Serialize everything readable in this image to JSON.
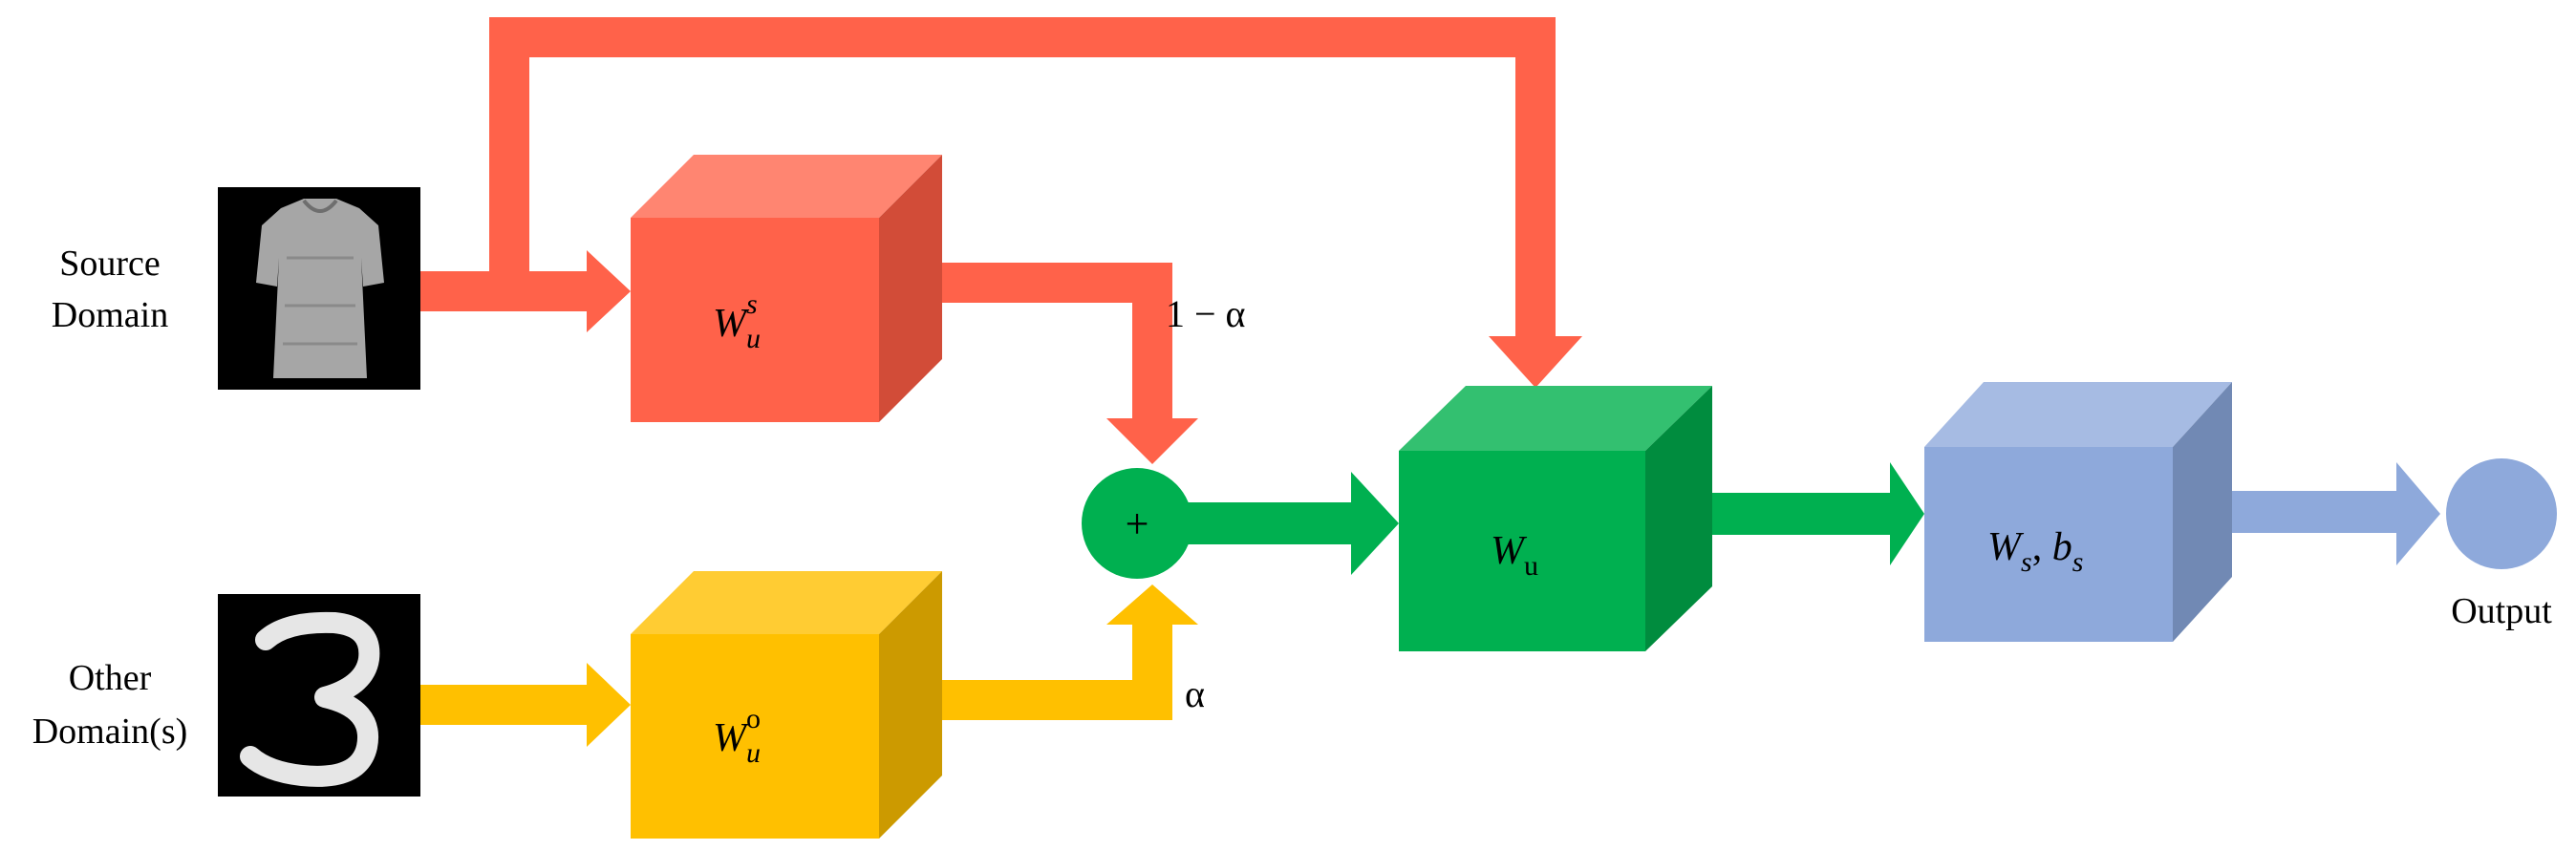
{
  "inputs": {
    "source_label_line1": "Source",
    "source_label_line2": "Domain",
    "other_label_line1": "Other",
    "other_label_line2": "Domain(s)"
  },
  "blocks": {
    "source_weight": {
      "base": "W",
      "sub": "u",
      "sup": "s"
    },
    "other_weight": {
      "base": "W",
      "sub": "u",
      "sup": "o"
    },
    "shared_weight": {
      "base": "W",
      "sub": "u"
    },
    "softmax_weight": {
      "w_base": "W",
      "w_sub": "s",
      "sep": ", ",
      "b_base": "b",
      "b_sub": "s"
    }
  },
  "mixing": {
    "source_coeff": "1 − α",
    "other_coeff": "α",
    "operator": "+"
  },
  "output": {
    "label": "Output"
  },
  "colors": {
    "source": "#FF624A",
    "source_cube_front": "#FF624A",
    "source_cube_top": "#FF8571",
    "source_cube_side": "#D24C38",
    "other": "#FFC000",
    "other_cube_top": "#FFCC33",
    "other_cube_side": "#CC9A00",
    "shared": "#00B050",
    "shared_cube_top": "#33C070",
    "shared_cube_side": "#008C3E",
    "final": "#8EA9DB",
    "final_cube_top": "#A6BBE3",
    "final_cube_side": "#7189B4"
  }
}
